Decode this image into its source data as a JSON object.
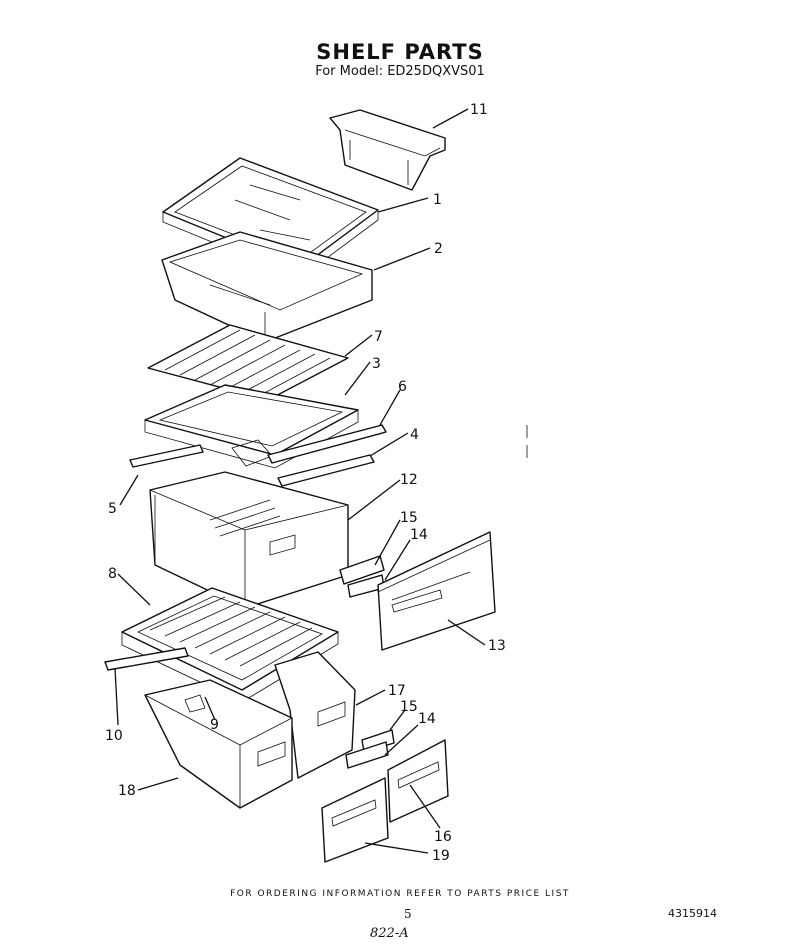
{
  "header": {
    "title": "SHELF PARTS",
    "subtitle": "For Model: ED25DQXVS01"
  },
  "callouts": {
    "c1": "1",
    "c2": "2",
    "c3": "3",
    "c4": "4",
    "c5": "5",
    "c6": "6",
    "c7": "7",
    "c8": "8",
    "c9": "9",
    "c10": "10",
    "c11": "11",
    "c12": "12",
    "c13": "13",
    "c14a": "14",
    "c14b": "14",
    "c15a": "15",
    "c15b": "15",
    "c16": "16",
    "c17": "17",
    "c18": "18",
    "c19": "19"
  },
  "footer": {
    "note": "FOR ORDERING INFORMATION REFER TO PARTS PRICE LIST",
    "page_number": "5",
    "document_number": "4315914",
    "handwritten": "822-A"
  }
}
